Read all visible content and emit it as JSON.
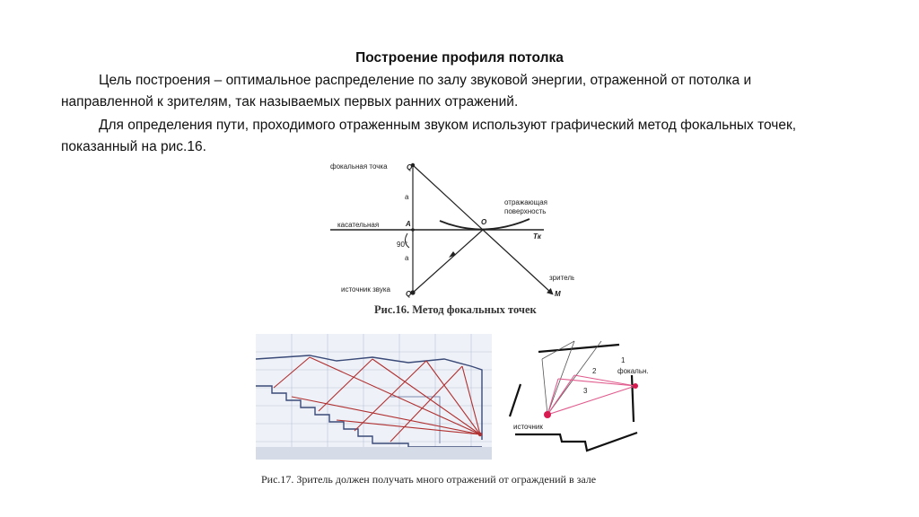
{
  "slide": {
    "title": "Построение профиля потолка",
    "paragraph1": "Цель построения – оптимальное распределение по залу звуковой энергии, отраженной от потолка и направленной к зрителям, так называемых первых ранних отражений.",
    "paragraph2": "Для определения пути, проходимого отраженным звуком используют графический метод фокальных точек, показанный на рис.16."
  },
  "figure16": {
    "caption": "Рис.16. Метод фокальных точек",
    "labels": {
      "focal_point": "фокальная точка",
      "tangent": "касательная",
      "source": "источник звука",
      "reflecting_surface_1": "отражающая",
      "reflecting_surface_2": "поверхность",
      "viewer": "зритель",
      "angle": "90°",
      "segment_top": "a",
      "segment_bottom": "a",
      "pt_q1": "Q",
      "pt_a": "A",
      "pt_o": "O",
      "pt_tk": "Tк",
      "pt_q": "Q",
      "pt_m": "M"
    }
  },
  "figure17": {
    "caption": "Рис.17. Зритель должен получать много отражений от ограждений в зале",
    "labels": {
      "focal": "фокальн.",
      "source": "источник",
      "n1": "1",
      "n2": "2",
      "n3": "3"
    }
  }
}
